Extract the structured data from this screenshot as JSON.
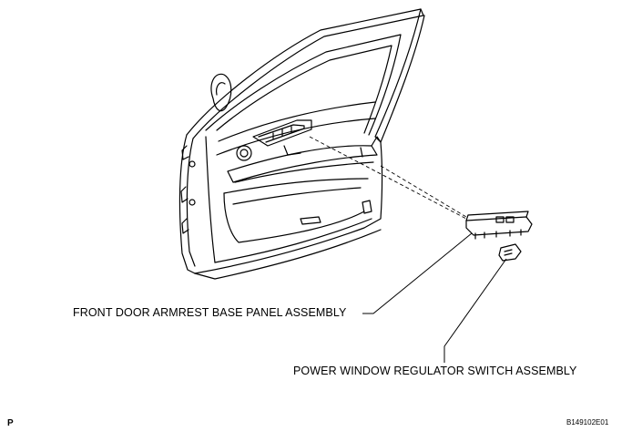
{
  "labels": {
    "armrest_panel": "FRONT DOOR ARMREST BASE PANEL ASSEMBLY",
    "window_switch": "POWER WINDOW REGULATOR SWITCH ASSEMBLY"
  },
  "corner_mark": "P",
  "figure_code": "B149102E01"
}
